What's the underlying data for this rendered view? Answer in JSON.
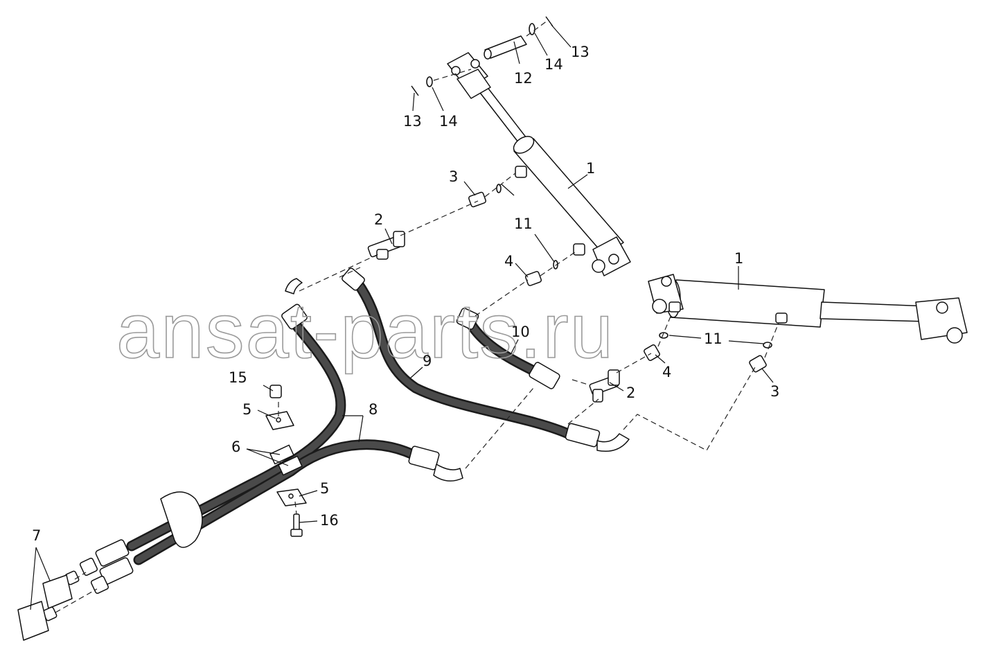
{
  "watermark": "ansat-parts.ru",
  "callouts": {
    "c1a": "1",
    "c1b": "1",
    "c2a": "2",
    "c2b": "2",
    "c3a": "3",
    "c3b": "3",
    "c4a": "4",
    "c4b": "4",
    "c5a": "5",
    "c5b": "5",
    "c6": "6",
    "c7": "7",
    "c8": "8",
    "c9": "9",
    "c10": "10",
    "c11a": "11",
    "c11b": "11",
    "c12": "12",
    "c13a": "13",
    "c13b": "13",
    "c14a": "14",
    "c14b": "14",
    "c15": "15",
    "c16": "16"
  }
}
